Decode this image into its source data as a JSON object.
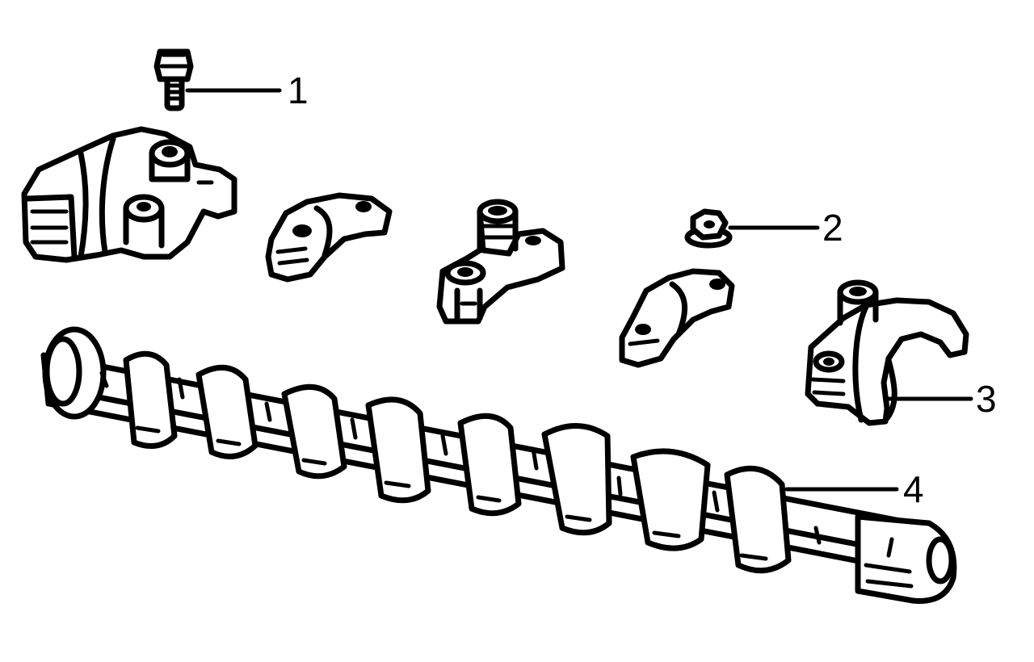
{
  "callouts": [
    {
      "id": "1",
      "label": "1",
      "part": "bolt-icon"
    },
    {
      "id": "2",
      "label": "2",
      "part": "nut-icon"
    },
    {
      "id": "3",
      "label": "3",
      "part": "bearing-cap-icon"
    },
    {
      "id": "4",
      "label": "4",
      "part": "camshaft-icon"
    }
  ]
}
